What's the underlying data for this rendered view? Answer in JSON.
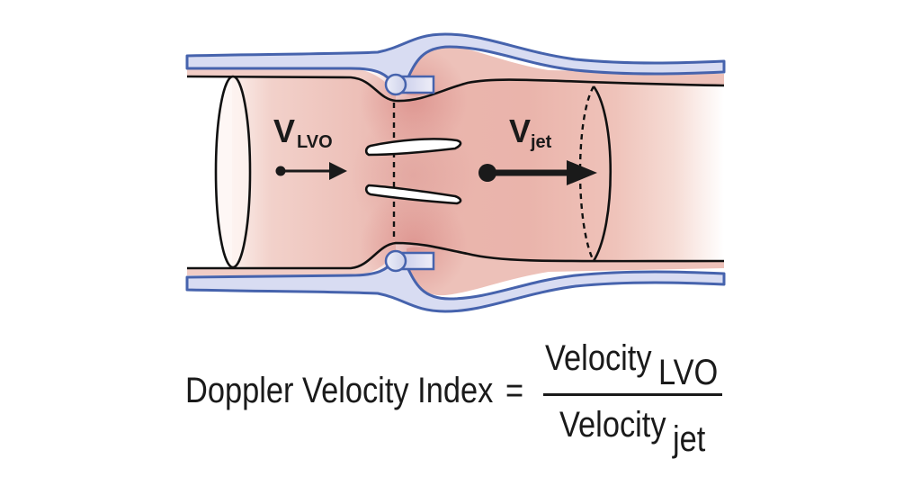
{
  "diagram": {
    "title": "Prosthetic valve Doppler velocity index",
    "labels": {
      "v_lvo_main": "V",
      "v_lvo_sub": "LVO",
      "v_jet_main": "V",
      "v_jet_sub": "jet"
    },
    "colors": {
      "blood_pink": "#eab5ad",
      "vessel_blue_fill": "#d5d9f0",
      "vessel_blue_stroke": "#4663ad",
      "outline": "#111111",
      "leaflet_fill": "#ffffff"
    }
  },
  "formula": {
    "lhs": "Doppler Velocity Index",
    "equals": "=",
    "numerator": "Velocity",
    "numerator_sub": "LVO",
    "denominator": "Velocity",
    "denominator_sub": "jet"
  }
}
